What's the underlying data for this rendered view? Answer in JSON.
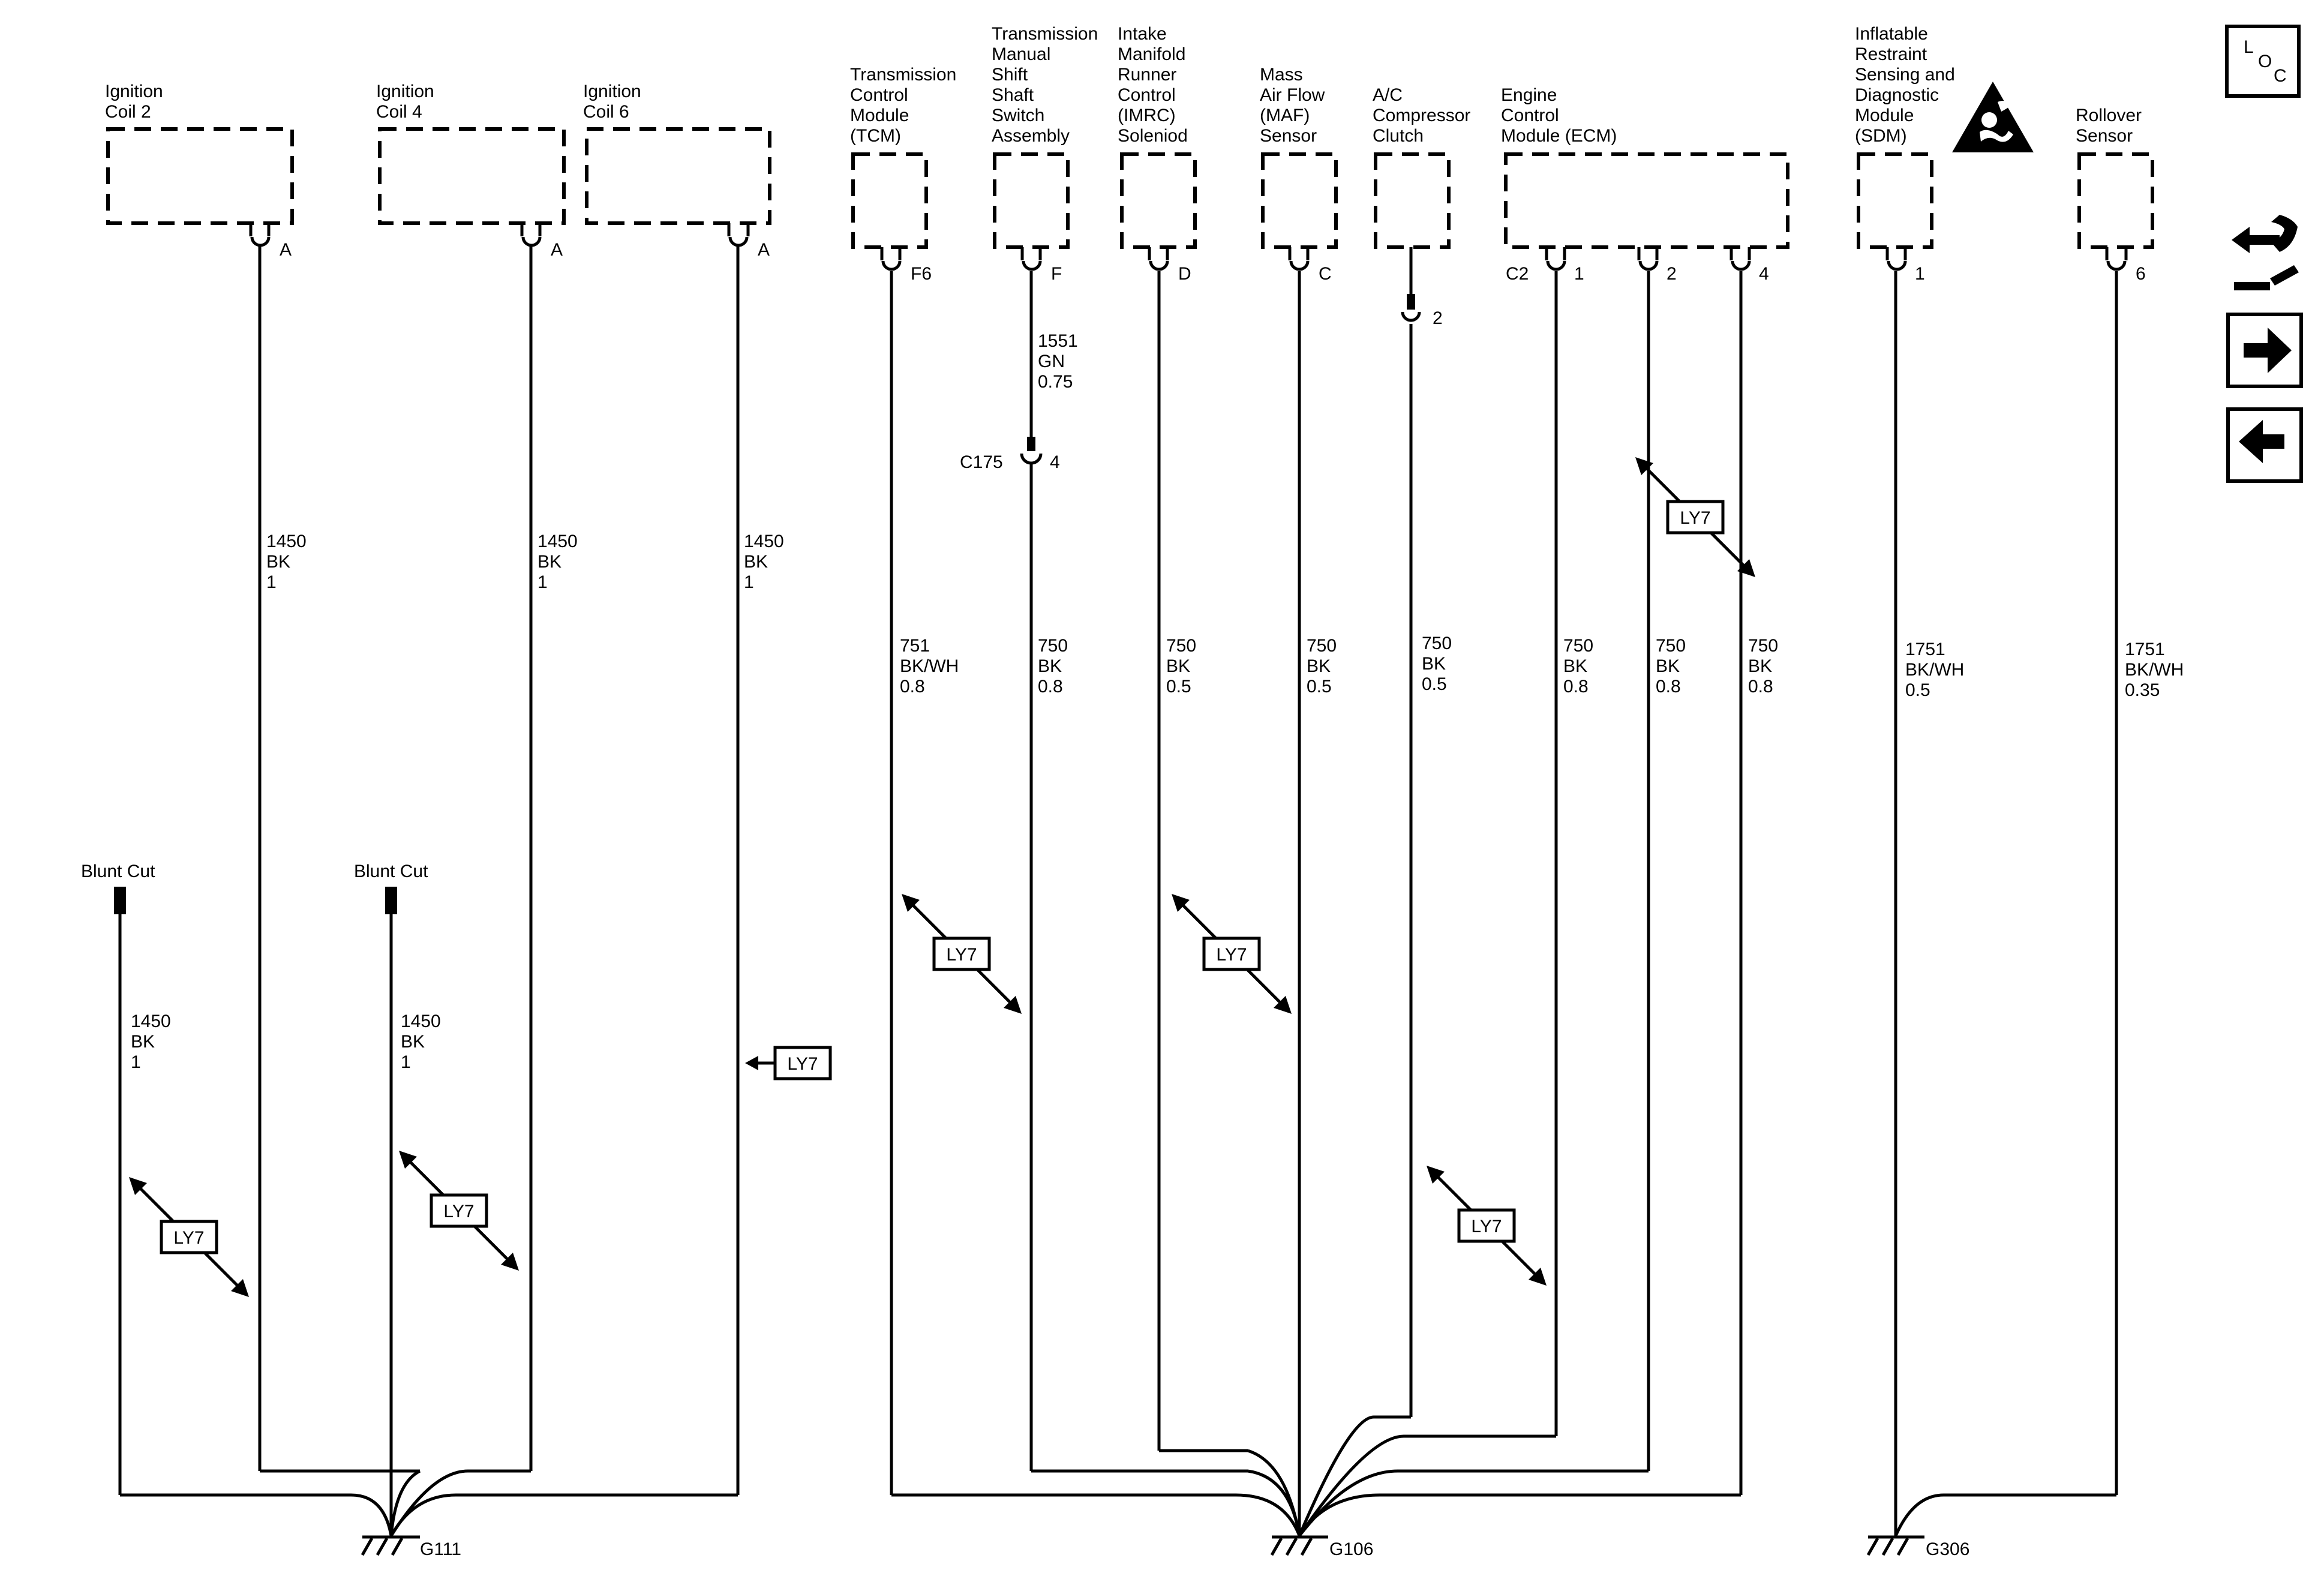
{
  "components": {
    "ign_coil_2": {
      "l1": "Ignition",
      "l2": "Coil 2",
      "pin": "A"
    },
    "ign_coil_4": {
      "l1": "Ignition",
      "l2": "Coil 4",
      "pin": "A"
    },
    "ign_coil_6": {
      "l1": "Ignition",
      "l2": "Coil 6",
      "pin": "A"
    },
    "tcm": {
      "l1": "Transmission",
      "l2": "Control",
      "l3": "Module",
      "l4": "(TCM)",
      "pin": "F6"
    },
    "tmss": {
      "l1": "Transmission",
      "l2": "Manual",
      "l3": "Shift",
      "l4": "Shaft",
      "l5": "Switch",
      "l6": "Assembly",
      "pin": "F"
    },
    "imrc": {
      "l1": "Intake",
      "l2": "Manifold",
      "l3": "Runner",
      "l4": "Control",
      "l5": "(IMRC)",
      "l6": "Soleniod",
      "pin": "D"
    },
    "maf": {
      "l1": "Mass",
      "l2": "Air Flow",
      "l3": "(MAF)",
      "l4": "Sensor",
      "pin": "C"
    },
    "ac": {
      "l1": "A/C",
      "l2": "Compressor",
      "l3": "Clutch",
      "pin": "2"
    },
    "ecm": {
      "l1": "Engine",
      "l2": "Control",
      "l3": "Module (ECM)",
      "conn": "C2",
      "pin1": "1",
      "pin2": "2",
      "pin4": "4"
    },
    "sdm": {
      "l1": "Inflatable",
      "l2": "Restraint",
      "l3": "Sensing and",
      "l4": "Diagnostic",
      "l5": "Module",
      "l6": "(SDM)",
      "pin": "1"
    },
    "rollover": {
      "l1": "Rollover",
      "l2": "Sensor",
      "pin": "6"
    }
  },
  "connector_c175": {
    "name": "C175",
    "pin": "4"
  },
  "wires": {
    "coil2": {
      "circuit": "1450",
      "color": "BK",
      "size": "1"
    },
    "coil4": {
      "circuit": "1450",
      "color": "BK",
      "size": "1"
    },
    "coil6": {
      "circuit": "1450",
      "color": "BK",
      "size": "1"
    },
    "blunt1": {
      "circuit": "1450",
      "color": "BK",
      "size": "1"
    },
    "blunt2": {
      "circuit": "1450",
      "color": "BK",
      "size": "1"
    },
    "tcm": {
      "circuit": "751",
      "color": "BK/WH",
      "size": "0.8"
    },
    "tmss_upper": {
      "circuit": "1551",
      "color": "GN",
      "size": "0.75"
    },
    "tmss_lower": {
      "circuit": "750",
      "color": "BK",
      "size": "0.8"
    },
    "imrc": {
      "circuit": "750",
      "color": "BK",
      "size": "0.5"
    },
    "maf": {
      "circuit": "750",
      "color": "BK",
      "size": "0.5"
    },
    "ac": {
      "circuit": "750",
      "color": "BK",
      "size": "0.5"
    },
    "ecm1": {
      "circuit": "750",
      "color": "BK",
      "size": "0.8"
    },
    "ecm2": {
      "circuit": "750",
      "color": "BK",
      "size": "0.8"
    },
    "ecm4": {
      "circuit": "750",
      "color": "BK",
      "size": "0.8"
    },
    "sdm": {
      "circuit": "1751",
      "color": "BK/WH",
      "size": "0.5"
    },
    "rollover": {
      "circuit": "1751",
      "color": "BK/WH",
      "size": "0.35"
    }
  },
  "blunt_cut": {
    "label": "Blunt Cut"
  },
  "grounds": {
    "g111": "G111",
    "g106": "G106",
    "g306": "G306"
  },
  "option_tag": "LY7",
  "loc_icon": {
    "l": "L",
    "o": "O",
    "c": "C"
  },
  "icons": [
    "loc-icon",
    "schematic-connector-icon",
    "next-page-arrow-icon",
    "previous-page-arrow-icon",
    "airbag-warning-icon"
  ]
}
